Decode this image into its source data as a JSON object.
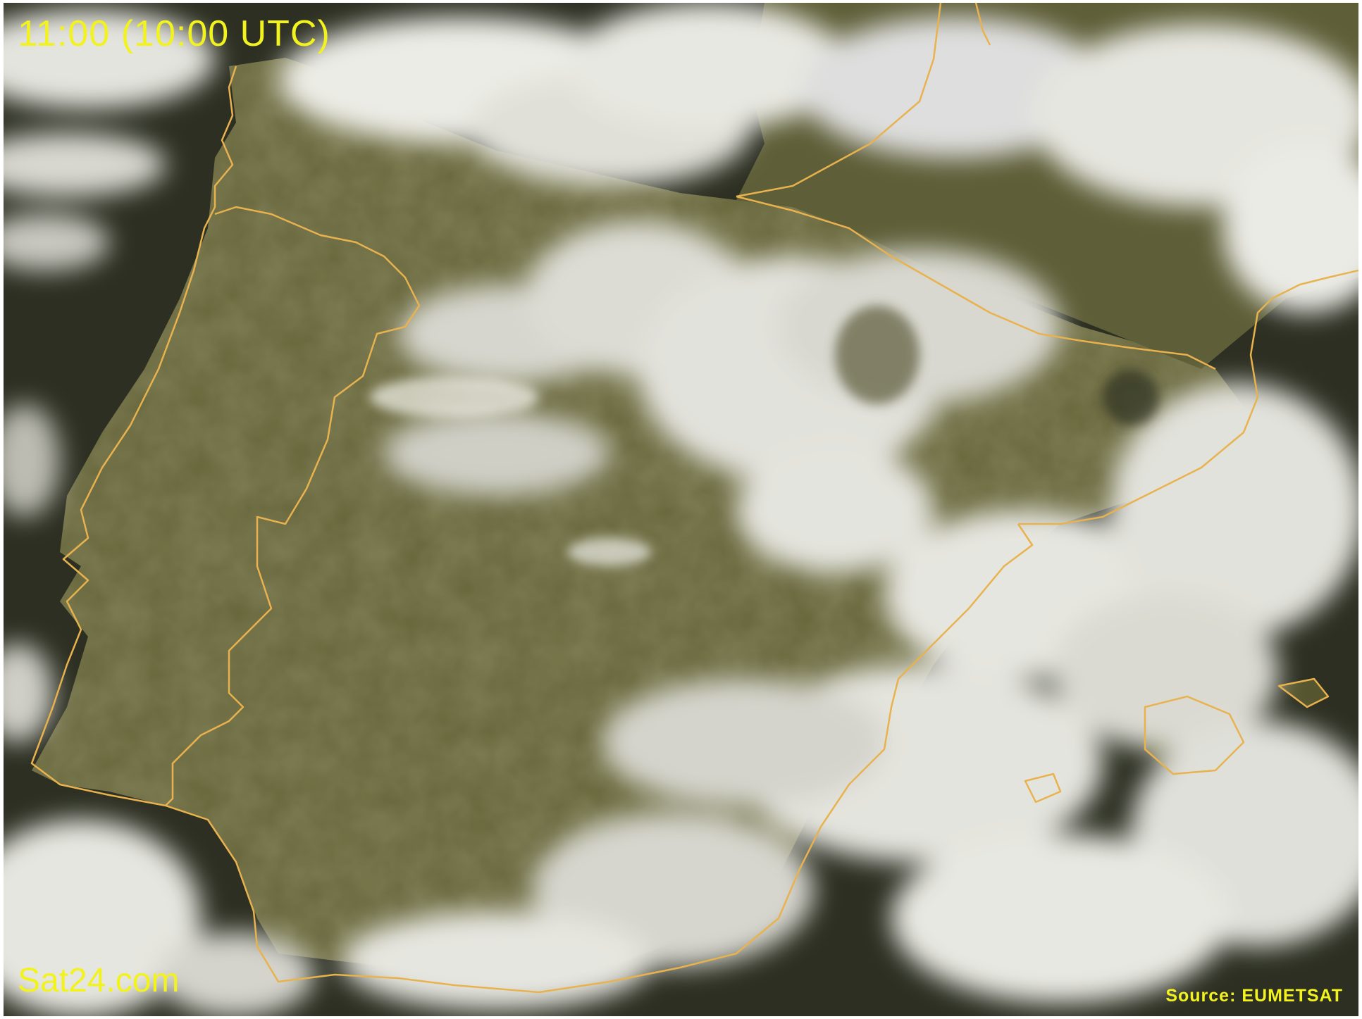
{
  "header": {
    "timestamp": "11:00 (10:00 UTC)"
  },
  "footer": {
    "brand": "Sat24.com",
    "source": "Source: EUMETSAT"
  },
  "colors": {
    "label_yellow": "#f2f21e",
    "border_orange": "#e8b24e",
    "land_olive": "#6b6a3c",
    "sea_dark": "#2c2f22",
    "cloud_white": "#e6e6e0"
  },
  "icons": {
    "map": "satellite-map"
  }
}
